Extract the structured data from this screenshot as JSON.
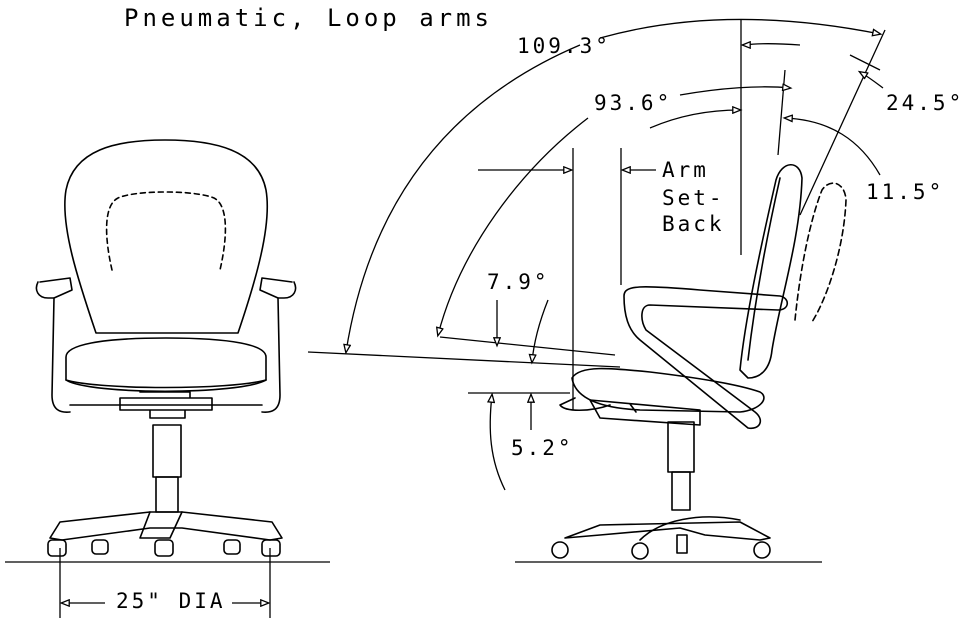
{
  "title": "Pneumatic, Loop arms",
  "angles": {
    "recline_total": "109.3°",
    "back_upright": "93.6°",
    "back_recline": "24.5°",
    "back_tilt": "11.5°",
    "seat_pitch": "7.9°",
    "seat_tilt": "5.2°"
  },
  "arm_setback": [
    "Arm",
    "Set-",
    "Back"
  ],
  "base_diameter": "25\" DIA",
  "colors": {
    "line": "#000000",
    "background": "#ffffff"
  }
}
